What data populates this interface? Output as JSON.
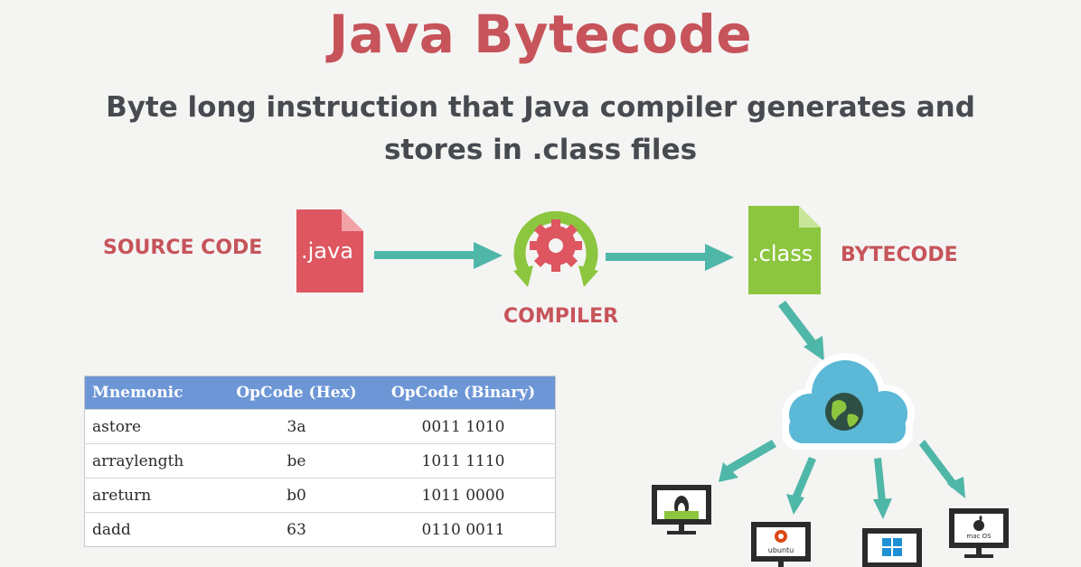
{
  "title": "Java Bytecode",
  "subtitle_line1": "Byte long instruction that Java compiler generates and",
  "subtitle_line2": "stores in .class files",
  "labels": {
    "source_code": "SOURCE CODE",
    "compiler": "COMPILER",
    "bytecode": "BYTECODE"
  },
  "files": {
    "java": ".java",
    "class": ".class"
  },
  "os_badges": {
    "ubuntu": "ubuntu",
    "mac": "mac OS"
  },
  "table": {
    "headers": [
      "Mnemonic",
      "OpCode (Hex)",
      "OpCode (Binary)"
    ],
    "rows": [
      [
        "astore",
        "3a",
        "0011 1010"
      ],
      [
        "arraylength",
        "be",
        "1011 1110"
      ],
      [
        "areturn",
        "b0",
        "1011 0000"
      ],
      [
        "dadd",
        "63",
        "0110 0011"
      ]
    ]
  },
  "colors": {
    "title": "#c6545a",
    "subtitle": "#474b50",
    "java_file": "#dd5660",
    "class_file": "#8cc63f",
    "arrow": "#4fb7a8",
    "compiler_ring": "#8cc63f",
    "gear": "#dd5660",
    "cloud": "#5bb8d6",
    "table_header": "#6d96d6"
  }
}
